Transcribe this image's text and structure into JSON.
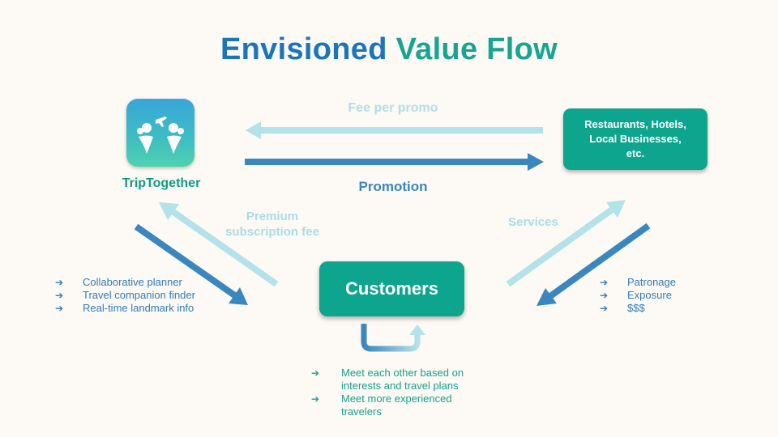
{
  "title": {
    "part1": "Envisioned",
    "part2": "Value Flow"
  },
  "colors": {
    "primary_blue": "#1b75bb",
    "teal": "#17a590",
    "light_cyan": "#a9dde6",
    "arrow_blue": "#3a86bf",
    "background": "#fdf9f5"
  },
  "nodes": {
    "app": {
      "name": "TripTogether",
      "icon": "travelers-with-plane-icon"
    },
    "businesses": {
      "label": "Restaurants, Hotels,\nLocal Businesses,\netc."
    },
    "customers": {
      "label": "Customers"
    }
  },
  "flows": {
    "fee_per_promo": "Fee per promo",
    "promotion": "Promotion",
    "premium_fee": "Premium subscription fee",
    "services": "Services"
  },
  "lists": {
    "app_to_customers": [
      "Collaborative planner",
      "Travel companion finder",
      "Real-time landmark info"
    ],
    "businesses_to_customers": [
      "Patronage",
      "Exposure",
      "$$$"
    ],
    "customers_to_customers": [
      "Meet each other based on interests and travel plans",
      "Meet more experienced travelers"
    ]
  },
  "bullet_glyph": "➔"
}
